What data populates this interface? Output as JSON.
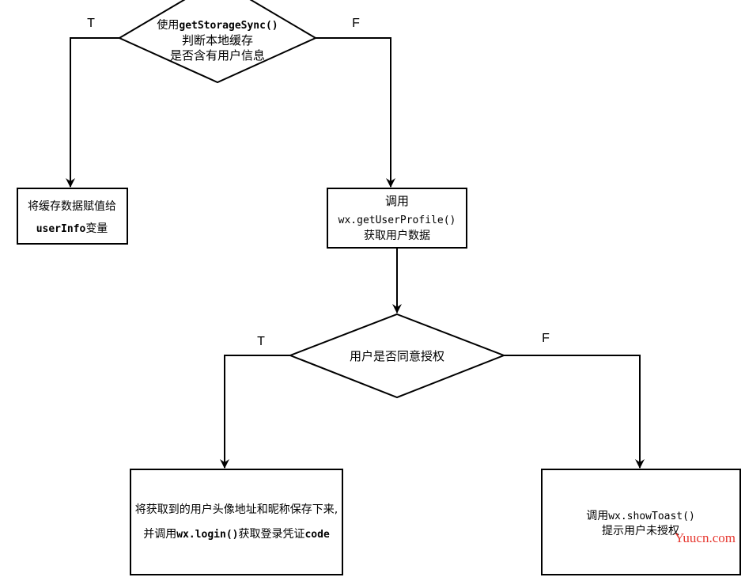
{
  "decision1": {
    "line1_prefix": "使用",
    "line1_code": "getStorageSync()",
    "line2": "判断本地缓存",
    "line3": "是否含有用户信息"
  },
  "branch1": {
    "true_label": "T",
    "false_label": "F"
  },
  "box_cache": {
    "line1": "将缓存数据赋值给",
    "line2_code": "userInfo",
    "line2_suffix": "变量"
  },
  "box_profile": {
    "line1": "调用",
    "line2_code": "wx.getUserProfile()",
    "line3": "获取用户数据"
  },
  "decision2": {
    "text": "用户是否同意授权"
  },
  "branch2": {
    "true_label": "T",
    "false_label": "F"
  },
  "box_save": {
    "line1": "将获取到的用户头像地址和昵称保存下来,",
    "line2_prefix": "并调用",
    "line2_code": "wx.login()",
    "line2_mid": "获取登录凭证",
    "line2_suffix": "code"
  },
  "box_toast": {
    "line1_prefix": "调用",
    "line1_code": "wx.showToast()",
    "line2": "提示用户未授权"
  },
  "watermark": "Yuucn.com"
}
